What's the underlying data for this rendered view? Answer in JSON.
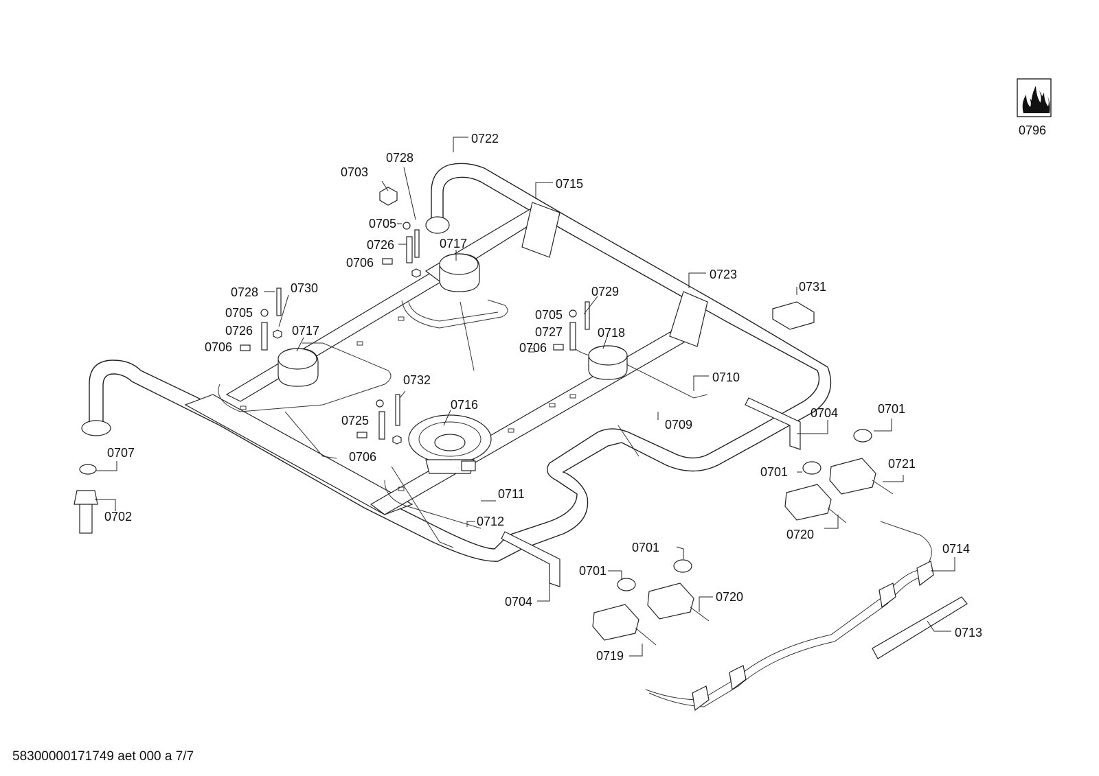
{
  "footer": {
    "doc_ref": "58300000171749 aet 000 a 7/7"
  },
  "icon": {
    "name": "gas-flame-icon",
    "label": "0796"
  },
  "callouts": [
    {
      "id": "c0722",
      "text": "0722"
    },
    {
      "id": "c0728a",
      "text": "0728"
    },
    {
      "id": "c0703",
      "text": "0703"
    },
    {
      "id": "c0715",
      "text": "0715"
    },
    {
      "id": "c0705a",
      "text": "0705"
    },
    {
      "id": "c0726a",
      "text": "0726"
    },
    {
      "id": "c0717a",
      "text": "0717"
    },
    {
      "id": "c0706a",
      "text": "0706"
    },
    {
      "id": "c0723",
      "text": "0723"
    },
    {
      "id": "c0731",
      "text": "0731"
    },
    {
      "id": "c0728b",
      "text": "0728"
    },
    {
      "id": "c0730",
      "text": "0730"
    },
    {
      "id": "c0729",
      "text": "0729"
    },
    {
      "id": "c0705b",
      "text": "0705"
    },
    {
      "id": "c0705c",
      "text": "0705"
    },
    {
      "id": "c0726b",
      "text": "0726"
    },
    {
      "id": "c0727",
      "text": "0727"
    },
    {
      "id": "c0717b",
      "text": "0717"
    },
    {
      "id": "c0718",
      "text": "0718"
    },
    {
      "id": "c0706b",
      "text": "0706"
    },
    {
      "id": "c0706c",
      "text": "0706"
    },
    {
      "id": "c0710",
      "text": "0710"
    },
    {
      "id": "c0732",
      "text": "0732"
    },
    {
      "id": "c0716",
      "text": "0716"
    },
    {
      "id": "c0725",
      "text": "0725"
    },
    {
      "id": "c0706d",
      "text": "0706"
    },
    {
      "id": "c0709",
      "text": "0709"
    },
    {
      "id": "c0704a",
      "text": "0704"
    },
    {
      "id": "c0701a",
      "text": "0701"
    },
    {
      "id": "c0707",
      "text": "0707"
    },
    {
      "id": "c0701b",
      "text": "0701"
    },
    {
      "id": "c0721",
      "text": "0721"
    },
    {
      "id": "c0711",
      "text": "0711"
    },
    {
      "id": "c0702",
      "text": "0702"
    },
    {
      "id": "c0712",
      "text": "0712"
    },
    {
      "id": "c0720a",
      "text": "0720"
    },
    {
      "id": "c0701c",
      "text": "0701"
    },
    {
      "id": "c0714",
      "text": "0714"
    },
    {
      "id": "c0701d",
      "text": "0701"
    },
    {
      "id": "c0720b",
      "text": "0720"
    },
    {
      "id": "c0704b",
      "text": "0704"
    },
    {
      "id": "c0713",
      "text": "0713"
    },
    {
      "id": "c0719",
      "text": "0719"
    }
  ]
}
